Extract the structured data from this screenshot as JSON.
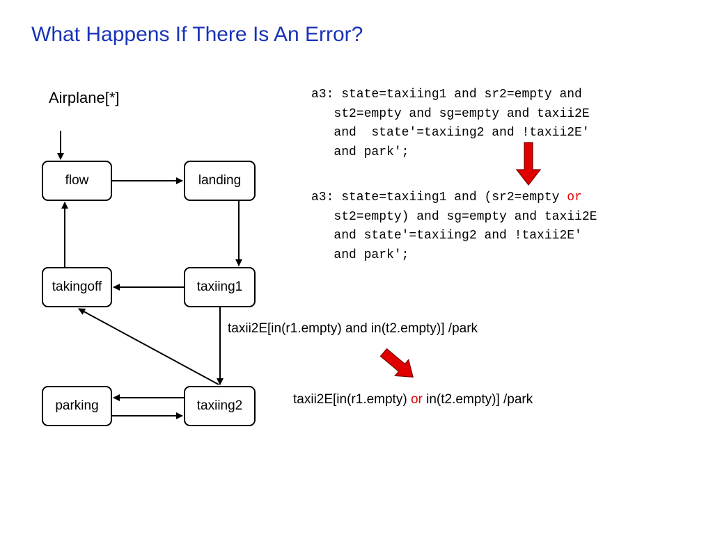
{
  "slide": {
    "title": "What Happens If There Is An Error?"
  },
  "diagram": {
    "label": "Airplane[*]",
    "states": {
      "flow": "flow",
      "landing": "landing",
      "takingoff": "takingoff",
      "taxiing1": "taxiing1",
      "parking": "parking",
      "taxiing2": "taxiing2"
    },
    "transitions": [
      {
        "from": "flow",
        "to": "landing"
      },
      {
        "from": "landing",
        "to": "taxiing1"
      },
      {
        "from": "taxiing1",
        "to": "takingoff"
      },
      {
        "from": "takingoff",
        "to": "flow"
      },
      {
        "from": "taxiing1",
        "to": "taxiing2",
        "guard": "taxii2E[in(r1.empty) and in(t2.empty)] /park"
      },
      {
        "from": "taxiing2",
        "to": "takingoff"
      },
      {
        "from": "taxiing2",
        "to": "parking"
      },
      {
        "from": "parking",
        "to": "taxiing2"
      }
    ],
    "guard_original": "taxii2E[in(r1.empty) and in(t2.empty)] /park",
    "guard_corrected": {
      "before": "taxii2E[in(r1.empty) ",
      "highlight": "or",
      "after": " in(t2.empty)] /park"
    }
  },
  "code": {
    "original": {
      "lines": [
        "a3: state=taxiing1 and sr2=empty and",
        "   st2=empty and sg=empty and taxii2E",
        "   and  state'=taxiing2 and !taxii2E'",
        "   and park';"
      ]
    },
    "corrected": {
      "line1_before": "a3: state=taxiing1 and (sr2=empty ",
      "line1_highlight": "or",
      "lines_rest": [
        "   st2=empty) and sg=empty and taxii2E",
        "   and state'=taxiing2 and !taxii2E'",
        "   and park';"
      ]
    }
  },
  "colors": {
    "title": "#1a33b8",
    "highlight": "#e00000",
    "fix_arrow": "#e00000"
  },
  "icons": {
    "fix_arrow_code": "red-down-arrow-icon",
    "fix_arrow_guard": "red-diagonal-arrow-icon"
  }
}
